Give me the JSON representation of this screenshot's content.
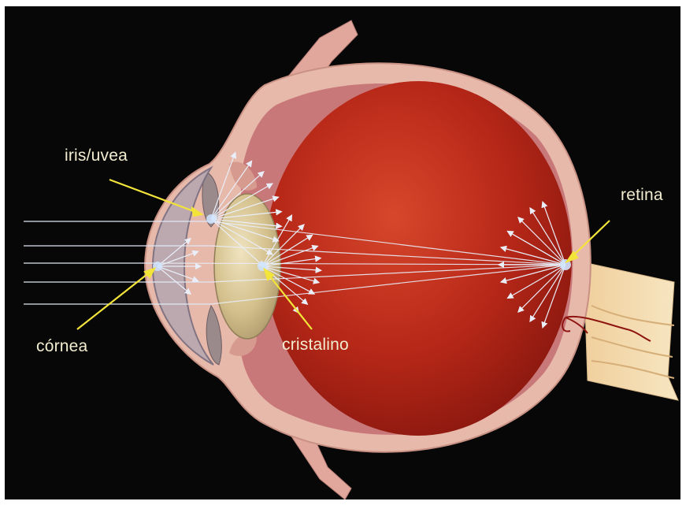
{
  "labels": {
    "iris": "iris/uvea",
    "retina": "retina",
    "cornea": "córnea",
    "lens": "cristalino"
  },
  "colors": {
    "background": "#070707",
    "sclera": "#e7b9ab",
    "choroid": "#c9787a",
    "vitreous": "#b9281a",
    "lens": "#d8c896",
    "label_text": "#f2ecd0",
    "pointer": "#f3e43a",
    "rays": "#e9eef8"
  }
}
